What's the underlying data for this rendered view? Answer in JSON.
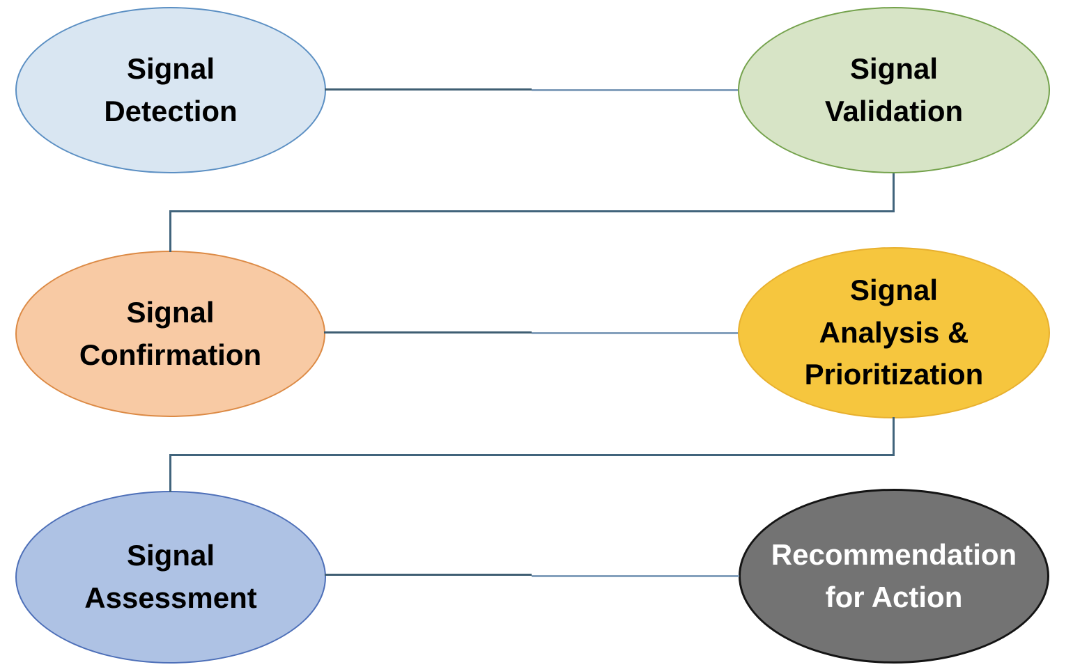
{
  "diagram": {
    "background": "#ffffff",
    "nodes": [
      {
        "name": "signal-detection",
        "label": "Signal\nDetection",
        "fill": "#d9e6f2",
        "border": "#5b8fc3",
        "text": "#000000"
      },
      {
        "name": "signal-validation",
        "label": "Signal\nValidation",
        "fill": "#d7e4c6",
        "border": "#74a24c",
        "text": "#000000"
      },
      {
        "name": "signal-confirmation",
        "label": "Signal\nConfirmation",
        "fill": "#f8caa4",
        "border": "#dc8a45",
        "text": "#000000"
      },
      {
        "name": "signal-analysis-prioritization",
        "label": "Signal\nAnalysis &\nPrioritization",
        "fill": "#f6c63e",
        "border": "#e8b02e",
        "text": "#000000"
      },
      {
        "name": "signal-assessment",
        "label": "Signal\nAssessment",
        "fill": "#aec2e4",
        "border": "#4d6fb8",
        "text": "#000000"
      },
      {
        "name": "recommendation-for-action",
        "label": "Recommendation\nfor Action",
        "fill": "#737373",
        "border": "#141414",
        "text": "#ffffff"
      }
    ],
    "edges": [
      {
        "from": "signal-detection",
        "to": "signal-validation"
      },
      {
        "from": "signal-validation",
        "to": "signal-confirmation"
      },
      {
        "from": "signal-confirmation",
        "to": "signal-analysis-prioritization"
      },
      {
        "from": "signal-analysis-prioritization",
        "to": "signal-assessment"
      },
      {
        "from": "signal-assessment",
        "to": "recommendation-for-action"
      }
    ],
    "connector_colors": {
      "dark": "#3f5e73",
      "light": "#84a0bc",
      "elbow": "#41647c"
    }
  }
}
